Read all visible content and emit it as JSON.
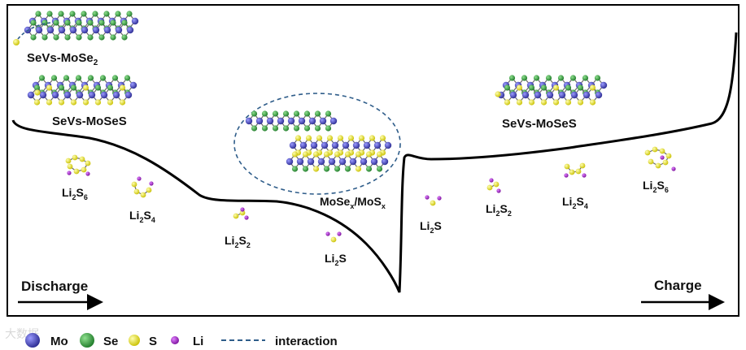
{
  "labels": {
    "top_left_1": "SeVs-MoSe",
    "top_left_1_sub": "2",
    "top_left_2": "SeVs-MoSeS",
    "top_right": "SeVs-MoSeS",
    "center": "MoSe",
    "center_sub1": "x",
    "center_mid": "/MoS",
    "center_sub2": "x",
    "discharge": "Discharge",
    "charge": "Charge"
  },
  "species": {
    "li2s6_left": {
      "a": "Li",
      "a_sub": "2",
      "b": "S",
      "b_sub": "6"
    },
    "li2s4_left": {
      "a": "Li",
      "a_sub": "2",
      "b": "S",
      "b_sub": "4"
    },
    "li2s2_left": {
      "a": "Li",
      "a_sub": "2",
      "b": "S",
      "b_sub": "2"
    },
    "li2s_left": {
      "a": "Li",
      "a_sub": "2",
      "b": "S"
    },
    "li2s_right": {
      "a": "Li",
      "a_sub": "2",
      "b": "S"
    },
    "li2s2_right": {
      "a": "Li",
      "a_sub": "2",
      "b": "S",
      "b_sub": "2"
    },
    "li2s4_right": {
      "a": "Li",
      "a_sub": "2",
      "b": "S",
      "b_sub": "4"
    },
    "li2s6_right": {
      "a": "Li",
      "a_sub": "2",
      "b": "S",
      "b_sub": "6"
    }
  },
  "legend": {
    "mo": "Mo",
    "se": "Se",
    "s": "S",
    "li": "Li",
    "interaction": "interaction"
  },
  "colors": {
    "mo": "#3c3cb0",
    "se": "#2e9a3a",
    "s": "#e6e020",
    "li": "#a020c0",
    "interaction": "#2f5d8a",
    "curve": "#000000"
  },
  "watermark": "大数据"
}
